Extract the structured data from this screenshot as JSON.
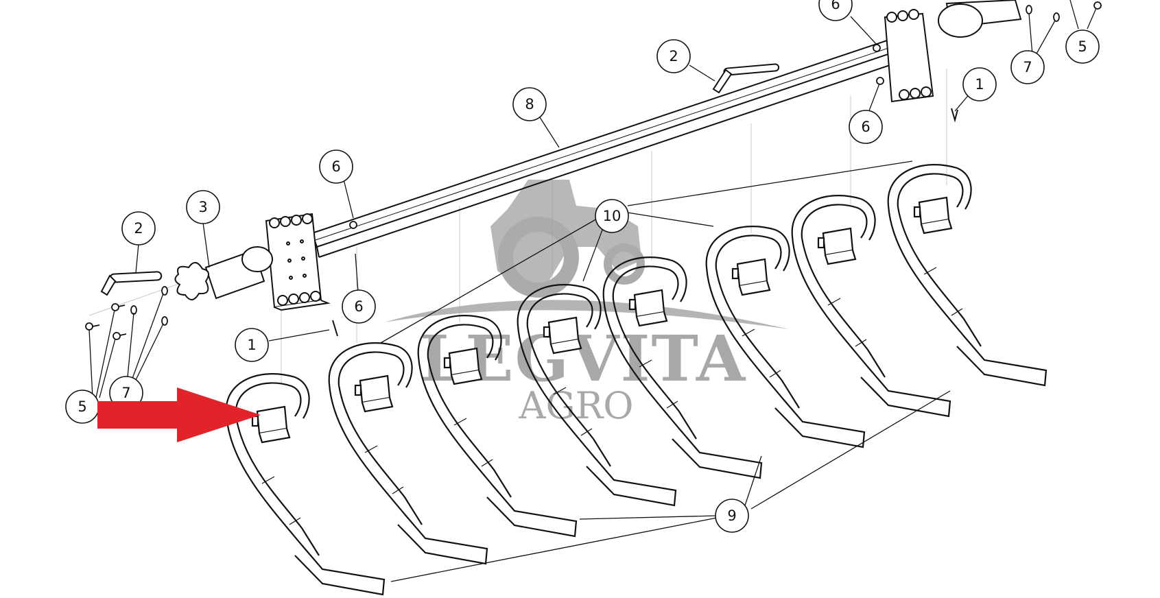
{
  "diagram": {
    "callouts": [
      {
        "id": "c1a",
        "label": "1"
      },
      {
        "id": "c1b",
        "label": "1"
      },
      {
        "id": "c2a",
        "label": "2"
      },
      {
        "id": "c2b",
        "label": "2"
      },
      {
        "id": "c3",
        "label": "3"
      },
      {
        "id": "c5a",
        "label": "5"
      },
      {
        "id": "c5b",
        "label": "5"
      },
      {
        "id": "c6a",
        "label": "6"
      },
      {
        "id": "c6b",
        "label": "6"
      },
      {
        "id": "c6c",
        "label": "6"
      },
      {
        "id": "c6d",
        "label": "6"
      },
      {
        "id": "c7a",
        "label": "7"
      },
      {
        "id": "c7b",
        "label": "7"
      },
      {
        "id": "c8",
        "label": "8"
      },
      {
        "id": "c9",
        "label": "9"
      },
      {
        "id": "c10",
        "label": "10"
      }
    ],
    "watermark": {
      "word1": "LEGVITA",
      "word2": "AGRO"
    },
    "colors": {
      "line": "#111111",
      "arrow": "#e3232a",
      "watermark": "#9a9a9a",
      "thin": "#bdbdbd"
    }
  }
}
